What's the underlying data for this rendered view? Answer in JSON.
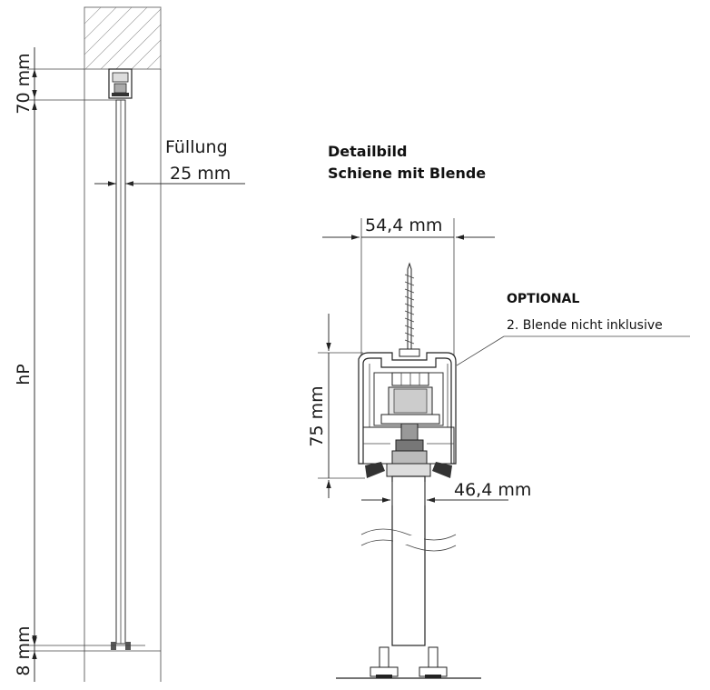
{
  "left_view": {
    "dim_top": "70 mm",
    "dim_height": "hP",
    "dim_bottom": "8 mm",
    "filling_label": "Füllung",
    "filling_value": "25 mm"
  },
  "detail": {
    "title_line1": "Detailbild",
    "title_line2": "Schiene mit Blende",
    "dim_width_top": "54,4 mm",
    "dim_height": "75 mm",
    "dim_width_bottom": "46,4 mm",
    "optional_title": "OPTIONAL",
    "optional_text": "2. Blende nicht inklusive"
  }
}
